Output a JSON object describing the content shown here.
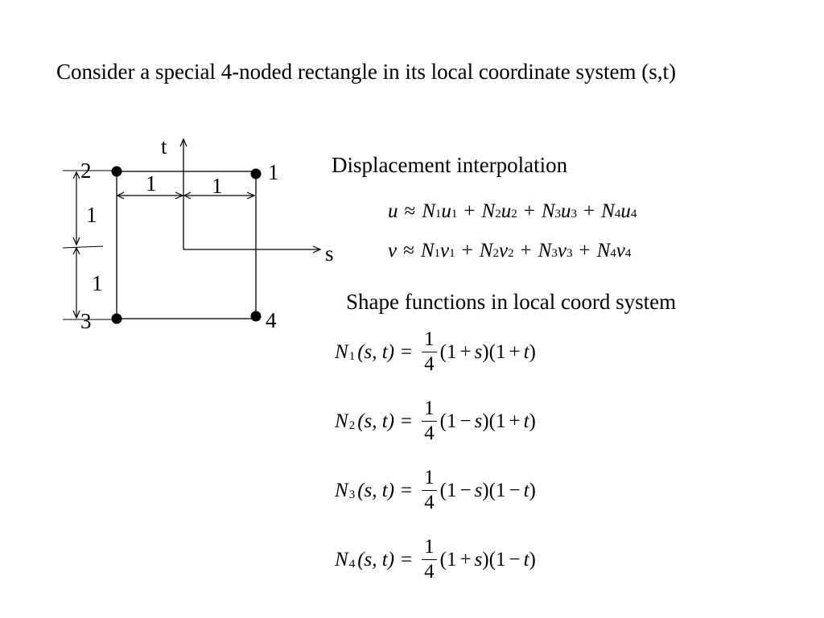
{
  "intro": "Consider a special 4-noded rectangle in its local coordinate system (s,t)",
  "figure": {
    "axis_t": "t",
    "axis_s": "s",
    "node_labels": [
      "1",
      "2",
      "3",
      "4"
    ],
    "dim_top_left": "1",
    "dim_top_right": "1",
    "dim_left_upper": "1",
    "dim_left_lower": "1"
  },
  "displacement": {
    "heading": "Displacement interpolation",
    "u": {
      "lhs": "u",
      "approx": "≈",
      "plus": "+",
      "terms": [
        {
          "N": "N",
          "ni": "1",
          "var": "u",
          "vi": "1"
        },
        {
          "N": "N",
          "ni": "2",
          "var": "u",
          "vi": "2"
        },
        {
          "N": "N",
          "ni": "3",
          "var": "u",
          "vi": "3"
        },
        {
          "N": "N",
          "ni": "4",
          "var": "u",
          "vi": "4"
        }
      ]
    },
    "v": {
      "lhs": "v",
      "approx": "≈",
      "plus": "+",
      "terms": [
        {
          "N": "N",
          "ni": "1",
          "var": "v",
          "vi": "1"
        },
        {
          "N": "N",
          "ni": "2",
          "var": "v",
          "vi": "2"
        },
        {
          "N": "N",
          "ni": "3",
          "var": "v",
          "vi": "3"
        },
        {
          "N": "N",
          "ni": "4",
          "var": "v",
          "vi": "4"
        }
      ]
    }
  },
  "shape_functions": {
    "heading": "Shape functions in local coord system",
    "items": [
      {
        "N": "N",
        "idx": "1",
        "args": "(s, t)",
        "eq": "=",
        "num": "1",
        "den": "4",
        "f1_open": "(1",
        "f1_op": "+",
        "f1_var": "s",
        "f1_close": ")",
        "f2_open": "(1",
        "f2_op": "+",
        "f2_var": "t",
        "f2_close": ")"
      },
      {
        "N": "N",
        "idx": "2",
        "args": "(s, t)",
        "eq": "=",
        "num": "1",
        "den": "4",
        "f1_open": "(1",
        "f1_op": "−",
        "f1_var": "s",
        "f1_close": ")",
        "f2_open": "(1",
        "f2_op": "+",
        "f2_var": "t",
        "f2_close": ")"
      },
      {
        "N": "N",
        "idx": "3",
        "args": "(s, t)",
        "eq": "=",
        "num": "1",
        "den": "4",
        "f1_open": "(1",
        "f1_op": "−",
        "f1_var": "s",
        "f1_close": ")",
        "f2_open": "(1",
        "f2_op": "−",
        "f2_var": "t",
        "f2_close": ")"
      },
      {
        "N": "N",
        "idx": "4",
        "args": "(s, t)",
        "eq": "=",
        "num": "1",
        "den": "4",
        "f1_open": "(1",
        "f1_op": "+",
        "f1_var": "s",
        "f1_close": ")",
        "f2_open": "(1",
        "f2_op": "−",
        "f2_var": "t",
        "f2_close": ")"
      }
    ]
  }
}
